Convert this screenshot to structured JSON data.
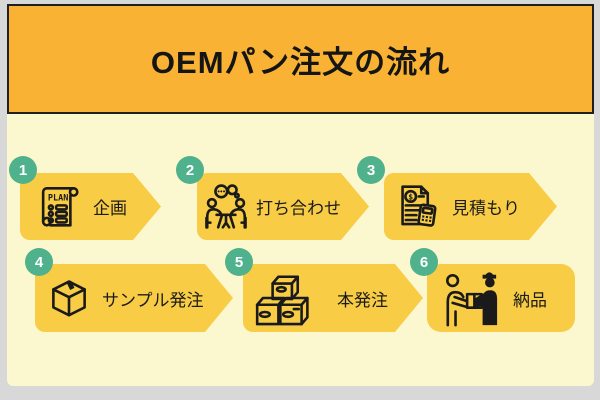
{
  "header": {
    "title": "OEMパン注文の流れ"
  },
  "steps": [
    {
      "number": "1",
      "label": "企画",
      "icon": "plan-scroll-icon"
    },
    {
      "number": "2",
      "label": "打ち合わせ",
      "icon": "meeting-icon"
    },
    {
      "number": "3",
      "label": "見積もり",
      "icon": "estimate-calculator-icon"
    },
    {
      "number": "4",
      "label": "サンプル発注",
      "icon": "single-box-icon"
    },
    {
      "number": "5",
      "label": "本発注",
      "icon": "stacked-boxes-icon"
    },
    {
      "number": "6",
      "label": "納品",
      "icon": "delivery-handoff-icon"
    }
  ],
  "icon_text": {
    "plan": "PLAN",
    "dollar": "$"
  },
  "colors": {
    "page_bg": "#d8d8d8",
    "panel_bg": "#fbf7cf",
    "banner_bg": "#f9b233",
    "banner_border": "#1f1f1f",
    "title_ink": "#151515",
    "arrow_fill": "#f8cc45",
    "step_circle": "#4fb28c",
    "step_number": "#ffffff",
    "label_ink": "#1b1b1b"
  }
}
